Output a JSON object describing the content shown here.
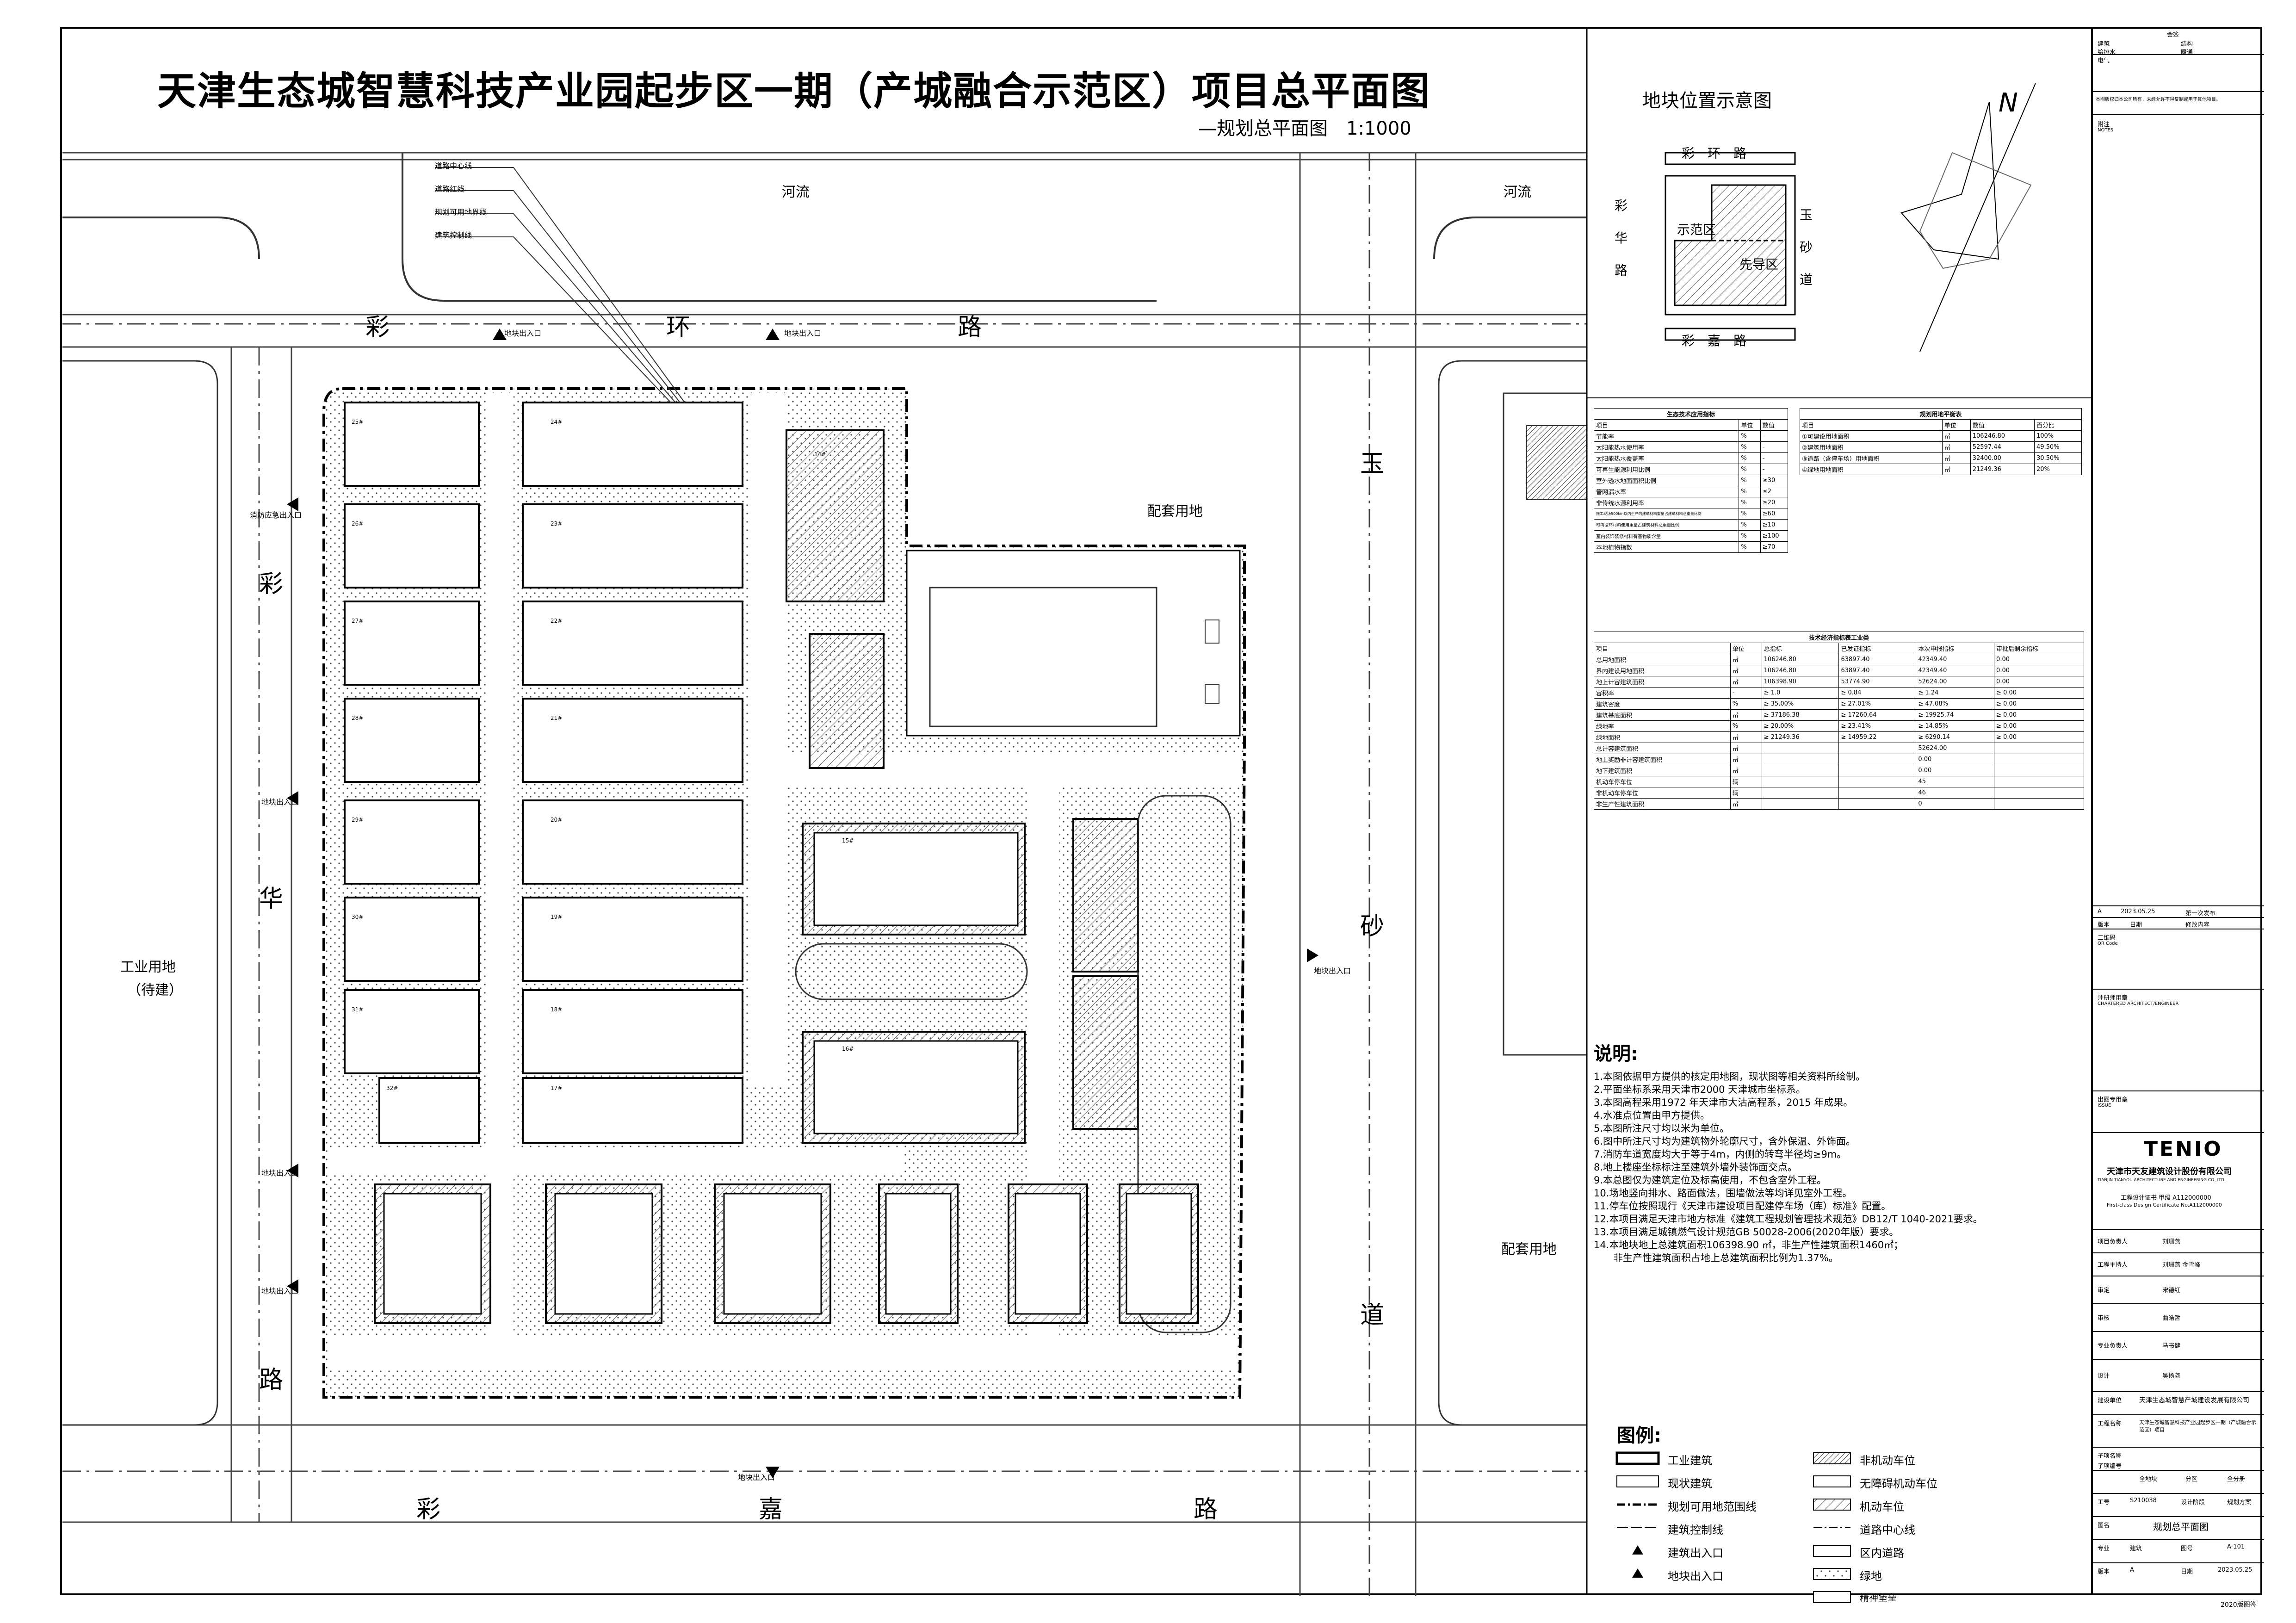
{
  "title": "天津生态城智慧科技产业园起步区一期（产城融合示范区）项目总平面图",
  "subtitle": "—规划总平面图　1:1000",
  "labels": {
    "river_left": "河流",
    "river_right": "河流",
    "road_top_1": "彩",
    "road_top_2": "环",
    "road_top_3": "路",
    "road_left_1": "彩",
    "road_left_2": "华",
    "road_left_3": "路",
    "road_right_1": "玉",
    "road_right_2": "砂",
    "road_right_3": "道",
    "road_bottom_1": "彩",
    "road_bottom_2": "嘉",
    "road_bottom_3": "路",
    "land_industrial": "工业用地",
    "land_industrial_note": "（待建）",
    "land_support_top": "配套用地",
    "land_support_bottom": "配套用地",
    "site_entrance": "地块出入口",
    "fire_entrance": "消防应急出入口",
    "callout_1": "道路中心线",
    "callout_2": "道路红线",
    "callout_3": "规划可用地界线",
    "callout_4": "建筑控制线"
  },
  "buildings": {
    "left_column_a": [
      "25#",
      "26#",
      "27#",
      "28#",
      "29#",
      "30#",
      "31#",
      "32#"
    ],
    "left_column_b": [
      "24#",
      "23#",
      "22#",
      "21#",
      "20#",
      "19#",
      "18#",
      "17#"
    ],
    "center_right": [
      "14#",
      "15#",
      "16#"
    ]
  },
  "location_map": {
    "title": "地块位置示意图",
    "road_top": "彩　环　路",
    "road_left": "彩\n华\n路",
    "road_right": "玉\n砂\n道",
    "road_bottom": "彩　嘉　路",
    "zone_demo": "示范区",
    "zone_pilot": "先导区",
    "north": "N"
  },
  "eco_table": {
    "title": "生态技术应用指标",
    "headers": [
      "项目",
      "单位",
      "数值"
    ],
    "rows": [
      [
        "节能率",
        "%",
        "-"
      ],
      [
        "太阳能热水使用率",
        "%",
        "-"
      ],
      [
        "太阳能热水覆盖率",
        "%",
        "-"
      ],
      [
        "可再生能源利用比例",
        "%",
        "-"
      ],
      [
        "室外透水地面面积比例",
        "%",
        "≥30"
      ],
      [
        "管网漏水率",
        "%",
        "≤2"
      ],
      [
        "非传统水源利用率",
        "%",
        "≥20"
      ],
      [
        "施工现场500km以内生产的建筑材料重量占建筑材料总重量比例",
        "%",
        "≥60"
      ],
      [
        "可再循环材料使用重量占建筑材料总重量比例",
        "%",
        "≥10"
      ],
      [
        "室内装饰装修材料有害物质含量",
        "%",
        "≥100"
      ],
      [
        "本地植物指数",
        "%",
        "≥70"
      ]
    ]
  },
  "land_table": {
    "title": "规划用地平衡表",
    "headers": [
      "项目",
      "单位",
      "数值",
      "百分比"
    ],
    "rows": [
      [
        "①可建设用地面积",
        "㎡",
        "106246.80",
        "100%"
      ],
      [
        "②建筑用地面积",
        "㎡",
        "52597.44",
        "49.50%"
      ],
      [
        "③道路（含停车场）用地面积",
        "㎡",
        "32400.00",
        "30.50%"
      ],
      [
        "④绿地用地面积",
        "㎡",
        "21249.36",
        "20%"
      ]
    ]
  },
  "tech_table": {
    "title": "技术经济指标表工业类",
    "headers": [
      "项目",
      "单位",
      "总指标",
      "已发证指标",
      "本次申报指标",
      "审批后剩余指标"
    ],
    "rows": [
      [
        "总用地面积",
        "㎡",
        "106246.80",
        "63897.40",
        "42349.40",
        "0.00"
      ],
      [
        "界内建设用地面积",
        "㎡",
        "106246.80",
        "63897.40",
        "42349.40",
        "0.00"
      ],
      [
        "地上计容建筑面积",
        "㎡",
        "106398.90",
        "53774.90",
        "52624.00",
        "0.00"
      ],
      [
        "容积率",
        "-",
        "≥ 1.0",
        "≥ 0.84",
        "≥ 1.24",
        "≥ 0.00"
      ],
      [
        "建筑密度",
        "%",
        "≥ 35.00%",
        "≥ 27.01%",
        "≥ 47.08%",
        "≥ 0.00"
      ],
      [
        "建筑基底面积",
        "㎡",
        "≥ 37186.38",
        "≥ 17260.64",
        "≥ 19925.74",
        "≥ 0.00"
      ],
      [
        "绿地率",
        "%",
        "≥ 20.00%",
        "≥ 23.41%",
        "≥ 14.85%",
        "≥ 0.00"
      ],
      [
        "绿地面积",
        "㎡",
        "≥ 21249.36",
        "≥ 14959.22",
        "≥ 6290.14",
        "≥ 0.00"
      ],
      [
        "总计容建筑面积",
        "㎡",
        "",
        "",
        "52624.00",
        ""
      ],
      [
        "地上奖励非计容建筑面积",
        "㎡",
        "",
        "",
        "0.00",
        ""
      ],
      [
        "地下建筑面积",
        "㎡",
        "",
        "",
        "0.00",
        ""
      ],
      [
        "机动车停车位",
        "辆",
        "",
        "",
        "45",
        ""
      ],
      [
        "非机动车停车位",
        "辆",
        "",
        "",
        "46",
        ""
      ],
      [
        "非生产性建筑面积",
        "㎡",
        "",
        "",
        "0",
        ""
      ]
    ]
  },
  "notes": {
    "title": "说明:",
    "lines": [
      "1.本图依据甲方提供的核定用地图，现状图等相关资料所绘制。",
      "2.平面坐标系采用天津市2000 天津城市坐标系。",
      "3.本图高程采用1972 年天津市大沽高程系，2015 年成果。",
      "4.水准点位置由甲方提供。",
      "5.本图所注尺寸均以米为单位。",
      "6.图中所注尺寸均为建筑物外轮廓尺寸，含外保温、外饰面。",
      "7.消防车道宽度均大于等于4m，内侧的转弯半径均≥9m。",
      "8.地上楼座坐标标注至建筑外墙外装饰面交点。",
      "9.本总图仅为建筑定位及标高使用，不包含室外工程。",
      "10.场地竖向排水、路面做法，围墙做法等均详见室外工程。",
      "11.停车位按照现行《天津市建设项目配建停车场（库）标准》配置。",
      "12.本项目满足天津市地方标准《建筑工程规划管理技术规范》DB12/T 1040-2021要求。",
      "13.本项目满足城镇燃气设计规范GB 50028-2006(2020年版）要求。",
      "14.本地块地上总建筑面积106398.90 ㎡，非生产性建筑面积1460㎡；",
      "　　非生产性建筑面积占地上总建筑面积比例为1.37%。"
    ]
  },
  "legend": {
    "title": "图例:",
    "items": [
      "工业建筑",
      "非机动车位",
      "现状建筑",
      "无障碍机动车位",
      "规划可用地范围线",
      "机动车位",
      "建筑控制线",
      "道路中心线",
      "建筑出入口",
      "区内道路",
      "地块出入口",
      "绿地",
      "",
      "精神堡垒"
    ]
  },
  "title_block": {
    "sign_header": "会签",
    "sign_rows": [
      "建筑",
      "结构",
      "给排水",
      "暖通",
      "电气"
    ],
    "notice": "本图版权归本公司所有，未经允许不得复制或用于其他项目。",
    "notes_label": "附注",
    "notes_en": "NOTES",
    "revision": [
      "A",
      "2023.05.25",
      "第一次发布"
    ],
    "rev_headers": [
      "版本",
      "日期",
      "修改内容"
    ],
    "qr_label": "二维码",
    "qr_en": "QR Code",
    "engineer_label": "注册师用章",
    "engineer_en": "CHARTERED ARCHITECT/ENGINEER",
    "stamp_label": "出图专用章",
    "stamp_en": "ISSUE",
    "company_logo": "TENIO",
    "company_cn": "天津市天友建筑设计股份有限公司",
    "company_en": "TIANJIN TIANYOU ARCHITECTURE AND ENGINEERING CO.,LTD.",
    "cert_1": "工程设计证书 甲级 A112000000",
    "cert_2": "First-class Design Certificate No.A112000000",
    "roles": [
      [
        "项目负责人",
        "刘珊燕"
      ],
      [
        "工程主持人",
        "刘珊燕 金雪峰"
      ],
      [
        "审定",
        "宋德红"
      ],
      [
        "审核",
        "曲皓哲"
      ],
      [
        "专业负责人",
        "马书健"
      ],
      [
        "设计",
        "吴扬尧"
      ]
    ],
    "client_label": "建设单位",
    "client": "天津生态城智慧产城建设发展有限公司",
    "project_label": "工程名称",
    "project": "天津生态城智慧科技产业园起步区一期（产城融合示范区）项目",
    "subitem_label": "子项名称",
    "subitem_no_label": "子项编号",
    "plot_label": "分区",
    "plot_value": "全地块",
    "section_value": "全分册",
    "job_label": "工号",
    "job_no": "S210038",
    "stage_label": "设计阶段",
    "stage": "规划方案",
    "drawing_title_label": "图名",
    "drawing_title": "规划总平面图",
    "discipline_label": "专业",
    "discipline": "建筑",
    "drawing_no_label": "图号",
    "drawing_no": "A-101",
    "version_label": "版本",
    "version": "A",
    "date_label": "日期",
    "date": "2023.05.25",
    "footer": "2020版图签"
  }
}
